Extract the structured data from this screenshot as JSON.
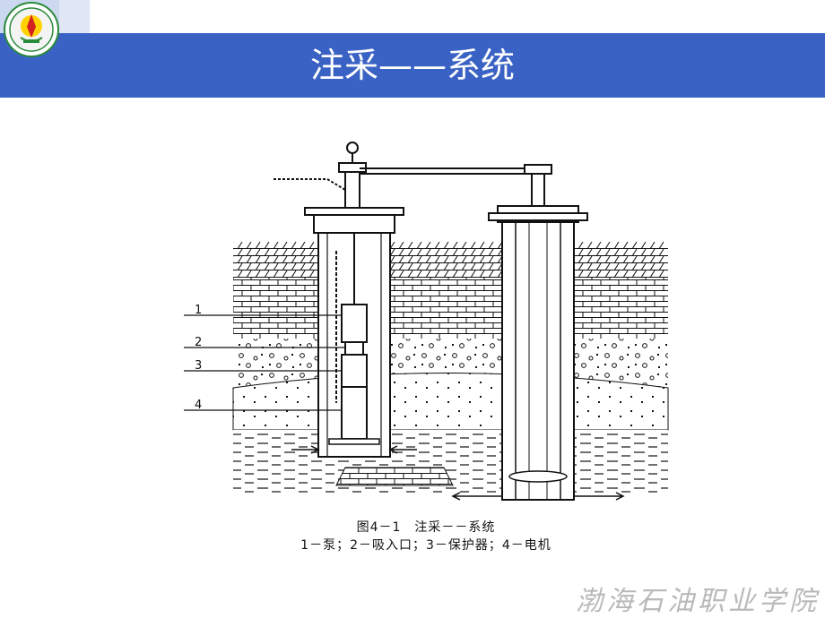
{
  "slide": {
    "title": "注采——系统",
    "accent_color": "#3a62c4"
  },
  "logo": {
    "icon": "school-emblem-icon"
  },
  "figure": {
    "callouts": [
      "1",
      "2",
      "3",
      "4"
    ],
    "caption_title": "图4－1　注采－－系统",
    "caption_legend": "1－泵；2－吸入口；3－保护器；4－电机"
  },
  "footer": {
    "school_name": "渤海石油职业学院"
  }
}
